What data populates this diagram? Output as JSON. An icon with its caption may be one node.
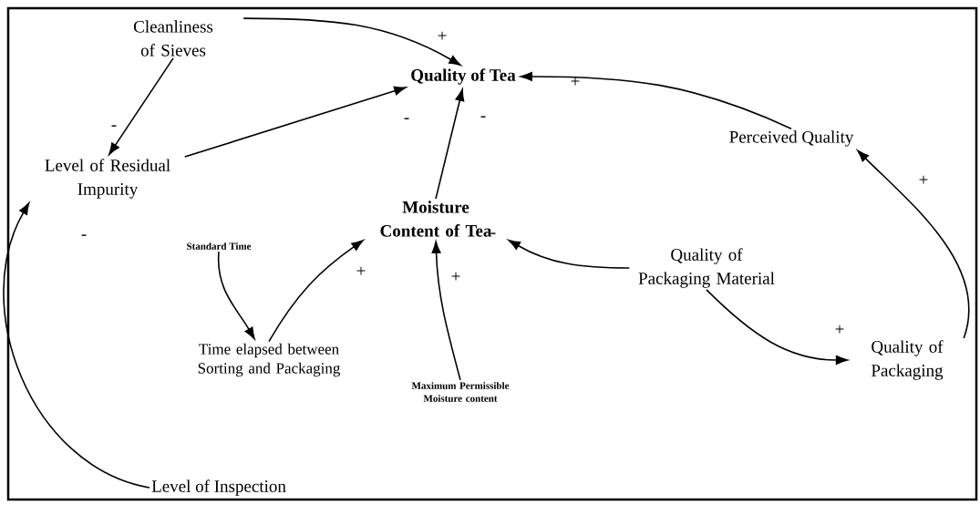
{
  "diagram": {
    "nodes": [
      {
        "text": [
          "Cleanliness of Sieves"
        ]
      },
      {
        "text": [
          "Quality of Tea"
        ]
      },
      {
        "text": [
          "Perceived Quality"
        ]
      },
      {
        "text": [
          "Level of Residual Impurity"
        ]
      },
      {
        "text": [
          "Moisture Content of Tea"
        ]
      },
      {
        "text": [
          "Standard Time"
        ]
      },
      {
        "text": [
          "Time elapsed between Sorting and Packaging"
        ]
      },
      {
        "text": [
          "Quality of Packaging Material"
        ]
      },
      {
        "text": [
          "Maximum Permissible Moisture content"
        ]
      },
      {
        "text": [
          "Quality of Packaging"
        ]
      },
      {
        "text": [
          "Level of Inspection"
        ]
      }
    ],
    "edges": [
      {
        "from": 0,
        "to": 1,
        "arrow": "to",
        "label": "+"
      },
      {
        "from": 0,
        "to": 3,
        "arrow": "to",
        "label": "-"
      },
      {
        "from": 3,
        "to": 1,
        "arrow": "to",
        "label": "-"
      },
      {
        "from": 4,
        "to": 1,
        "arrow": "to",
        "label": "-"
      },
      {
        "from": 2,
        "to": 1,
        "arrow": "to",
        "label": "+"
      },
      {
        "from": 10,
        "to": 3,
        "arrow": "to",
        "label": "-"
      },
      {
        "from": 5,
        "to": 6,
        "arrow": "to"
      },
      {
        "from": 6,
        "to": 4,
        "arrow": "to",
        "label": "+"
      },
      {
        "from": 8,
        "to": 4,
        "arrow": "to",
        "label": "+"
      },
      {
        "from": 7,
        "to": 4,
        "arrow": "to",
        "label": "-"
      },
      {
        "from": 7,
        "to": 9,
        "arrow": "to",
        "label": "+"
      },
      {
        "from": 9,
        "to": 2,
        "arrow": "to",
        "label": "+"
      }
    ]
  }
}
